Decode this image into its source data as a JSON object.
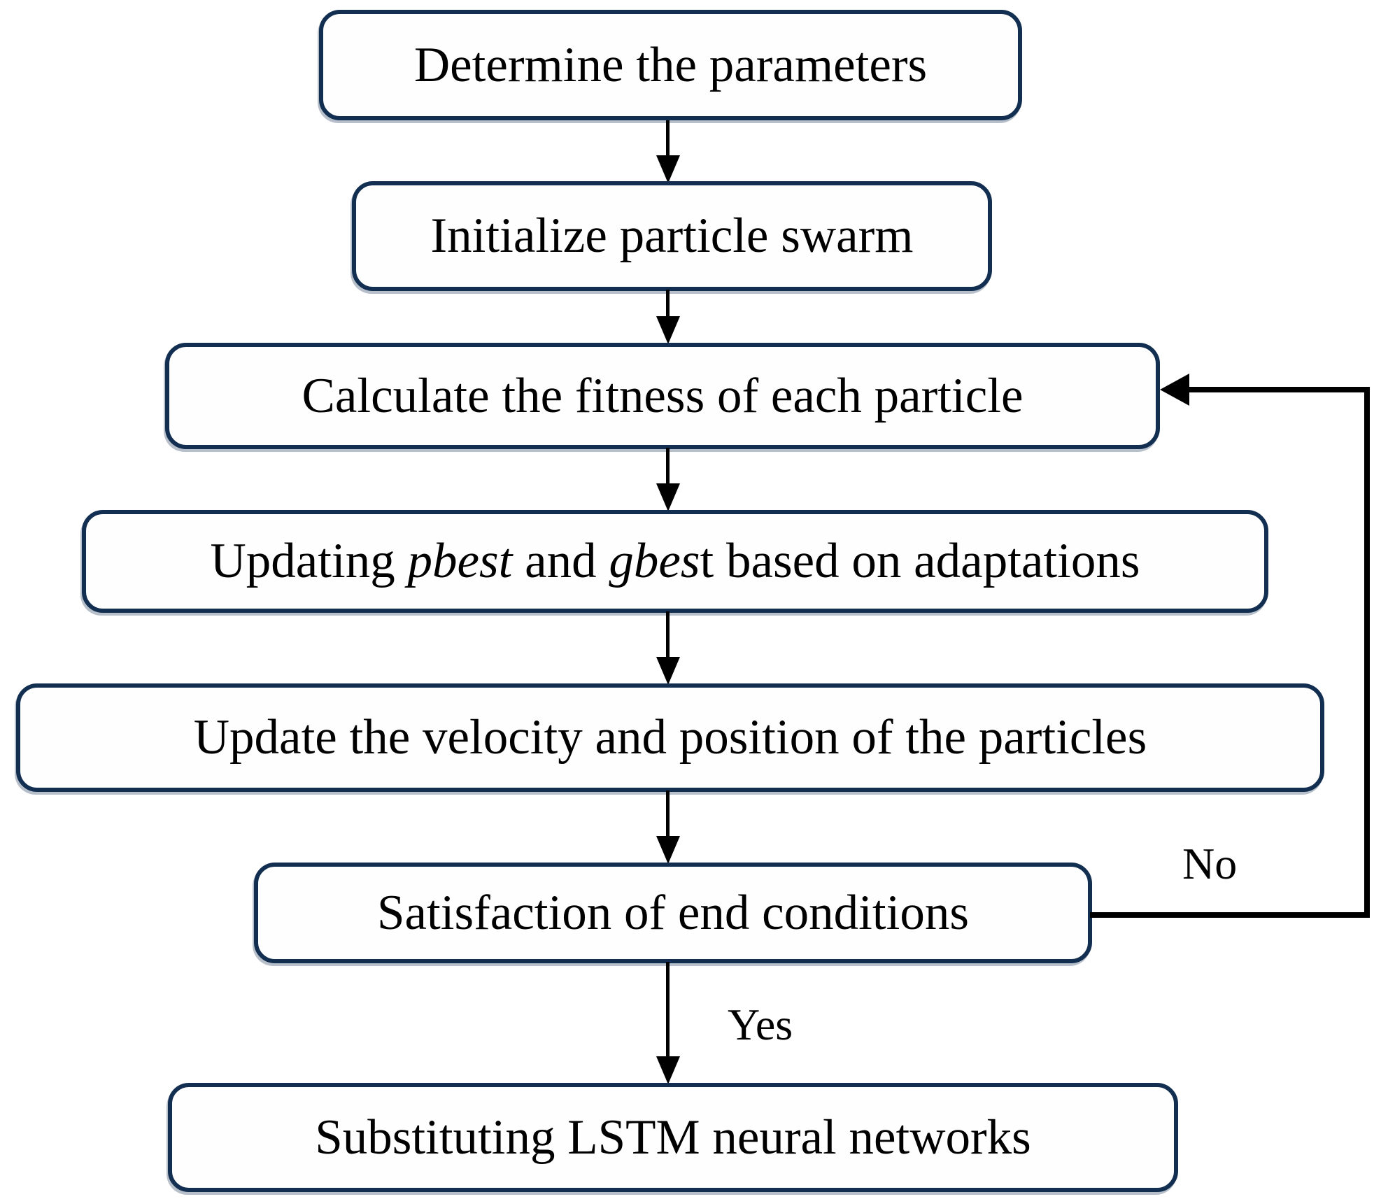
{
  "flowchart": {
    "nodes": [
      {
        "id": "determine-parameters",
        "label": "Determine the parameters"
      },
      {
        "id": "initialize-particle-swarm",
        "label": "Initialize particle swarm"
      },
      {
        "id": "calculate-fitness",
        "label": "Calculate the fitness of each particle"
      },
      {
        "id": "updating-pbest-gbest",
        "label": "Updating pbest and gbest based on adaptations",
        "label_parts": [
          {
            "text": "Updating ",
            "italic": false
          },
          {
            "text": "pbest",
            "italic": true
          },
          {
            "text": " and ",
            "italic": false
          },
          {
            "text": "gbes",
            "italic": true
          },
          {
            "text": "t based on adaptations",
            "italic": false
          }
        ]
      },
      {
        "id": "update-velocity-position",
        "label": "Update the velocity and position of the particles"
      },
      {
        "id": "satisfaction-end-conditions",
        "label": "Satisfaction of end conditions"
      },
      {
        "id": "substituting-lstm",
        "label": "Substituting LSTM neural networks"
      }
    ],
    "edge_labels": {
      "no": "No",
      "yes": "Yes"
    },
    "colors": {
      "box_border": "#122E50",
      "box_fill": "#FEFEFE",
      "connector": "#000000",
      "text": "#000000"
    }
  }
}
